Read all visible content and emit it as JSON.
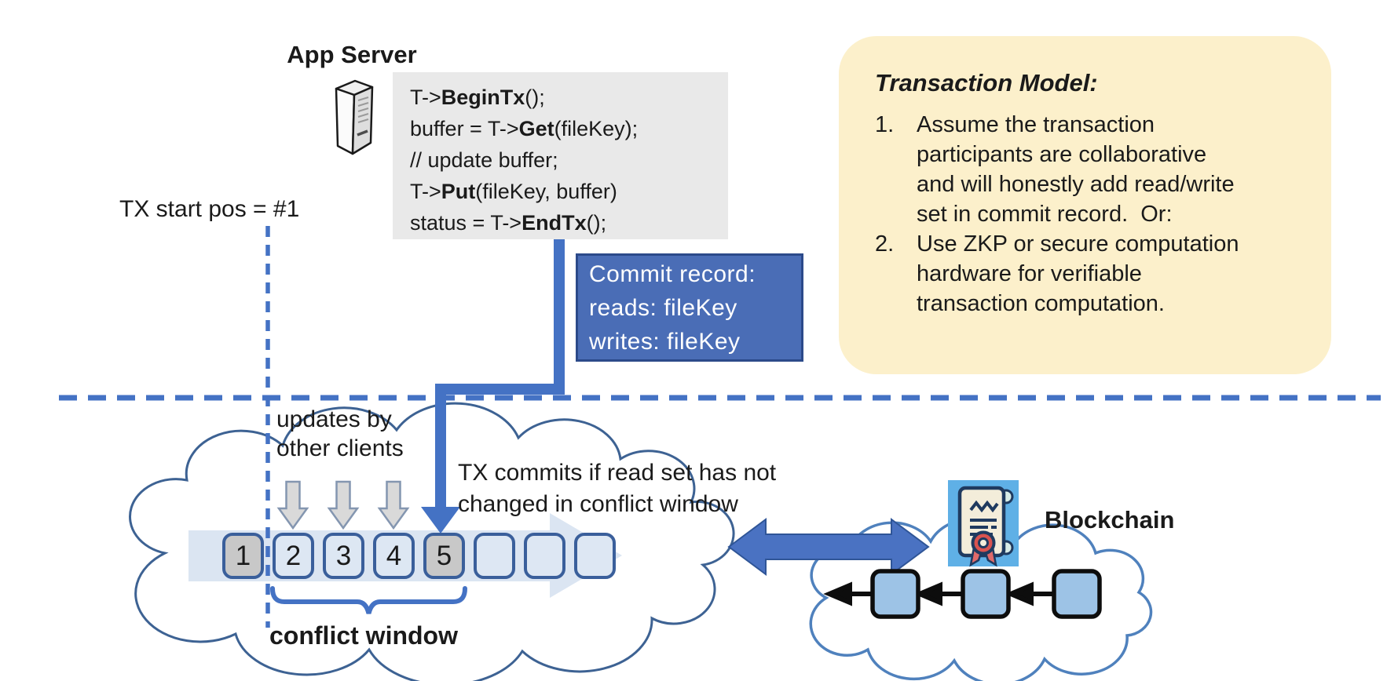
{
  "colors": {
    "accent_blue": "#4472c4",
    "dark_blue_border": "#2c4a8a",
    "commit_box_fill": "#4a6db6",
    "note_yellow": "#fcf0cb",
    "code_bg": "#e9e9e9",
    "block_fill": "#dde7f3",
    "block_gray_fill": "#c8c8c8",
    "block_border": "#3a5f9b",
    "band_fill": "#dbe5f2",
    "cloud_stroke": "#3d6293",
    "blockchain_cloud_stroke": "#4f81bd",
    "chain_block_fill": "#9dc3e6",
    "certificate_bg": "#5fb0e6",
    "scroll_fill": "#f3edda",
    "scroll_ink": "#1f3a5f",
    "seal_red": "#d9534f",
    "gray_arrow_fill": "#d9d9d9"
  },
  "icons": {
    "server": "server-tower-icon",
    "certificate": "smart-contract-certificate-icon",
    "ledger_cloud": "cloud-outline",
    "blockchain_cloud": "cloud-outline",
    "update_arrow": "down-arrow-icon",
    "commit_arrow": "elbow-down-arrow-icon",
    "sync_arrow": "double-headed-arrow-icon",
    "chain_link_arrow": "left-arrow-icon"
  },
  "app_server": {
    "label": "App Server"
  },
  "code_block": {
    "lines": [
      {
        "pre": "T->",
        "bold": "BeginTx",
        "post": "();"
      },
      {
        "pre": "buffer = T->",
        "bold": "Get",
        "post": "(fileKey);"
      },
      {
        "pre": "// update buffer;",
        "bold": "",
        "post": ""
      },
      {
        "pre": "T->",
        "bold": "Put",
        "post": "(fileKey, buffer)"
      },
      {
        "pre": "status = T->",
        "bold": "EndTx",
        "post": "();"
      }
    ]
  },
  "tx_start": {
    "label": "TX start pos = #1"
  },
  "commit_record": {
    "lines": [
      "Commit record:",
      "reads: fileKey",
      "writes: fileKey"
    ]
  },
  "transaction_model": {
    "title": "Transaction Model:",
    "rows": [
      {
        "num": "1.",
        "text": "Assume the transaction"
      },
      {
        "num": "",
        "text": "participants are collaborative"
      },
      {
        "num": "",
        "text": "and will honestly add read/write"
      },
      {
        "num": "",
        "text": "set in commit record.  Or:"
      },
      {
        "num": "2.",
        "text": "Use ZKP or secure computation"
      },
      {
        "num": "",
        "text": "hardware for verifiable"
      },
      {
        "num": "",
        "text": "transaction computation."
      }
    ]
  },
  "timeline": {
    "updates_label_lines": [
      "updates by",
      "other clients"
    ],
    "commits_label_lines": [
      "TX commits if read set has not",
      "changed in conflict window"
    ],
    "conflict_window_label": "conflict window",
    "blocks": [
      {
        "label": "1",
        "gray": true
      },
      {
        "label": "2",
        "gray": false
      },
      {
        "label": "3",
        "gray": false
      },
      {
        "label": "4",
        "gray": false
      },
      {
        "label": "5",
        "gray": true
      },
      {
        "label": "",
        "gray": false
      },
      {
        "label": "",
        "gray": false
      },
      {
        "label": "",
        "gray": false
      }
    ]
  },
  "blockchain": {
    "label": "Blockchain"
  }
}
